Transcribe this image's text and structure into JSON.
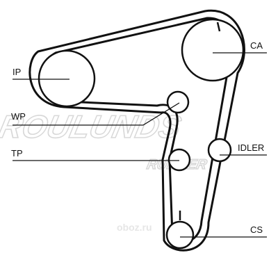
{
  "labels": {
    "ip": "IP",
    "ca": "CA",
    "wp": "WP",
    "tp": "TP",
    "idler": "IDLER",
    "cs": "CS"
  },
  "watermark": {
    "brand": "ROULUNDS",
    "sub": "RUBBER",
    "site": "oboz.ru"
  },
  "colors": {
    "belt": "#111111",
    "pulley": "#111111",
    "watermark": "#d8d8d8"
  }
}
